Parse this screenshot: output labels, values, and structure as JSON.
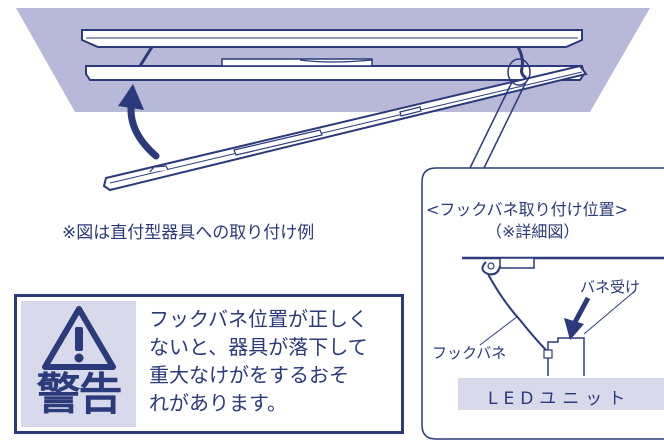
{
  "caption": "※図は直付型器具への取り付け例",
  "warning": {
    "title": "警告",
    "lines": [
      "フックバネ位置が正しく",
      "ないと、器具が落下して",
      "重大なけがをするおそ",
      "れがあります。"
    ]
  },
  "detail": {
    "title": "<フックバネ取り付け位置>",
    "subtitle": "（※詳細図）",
    "label_spring_receiver": "バネ受け",
    "label_hook_spring": "フックバネ",
    "led_unit": "LEDユニット"
  },
  "colors": {
    "ink": "#2a3a7a",
    "ceiling": "#b8b8d8",
    "panel": "#d9d9ec"
  },
  "icons": [
    "up-arrow-icon",
    "warning-triangle-icon",
    "down-arrow-icon"
  ]
}
